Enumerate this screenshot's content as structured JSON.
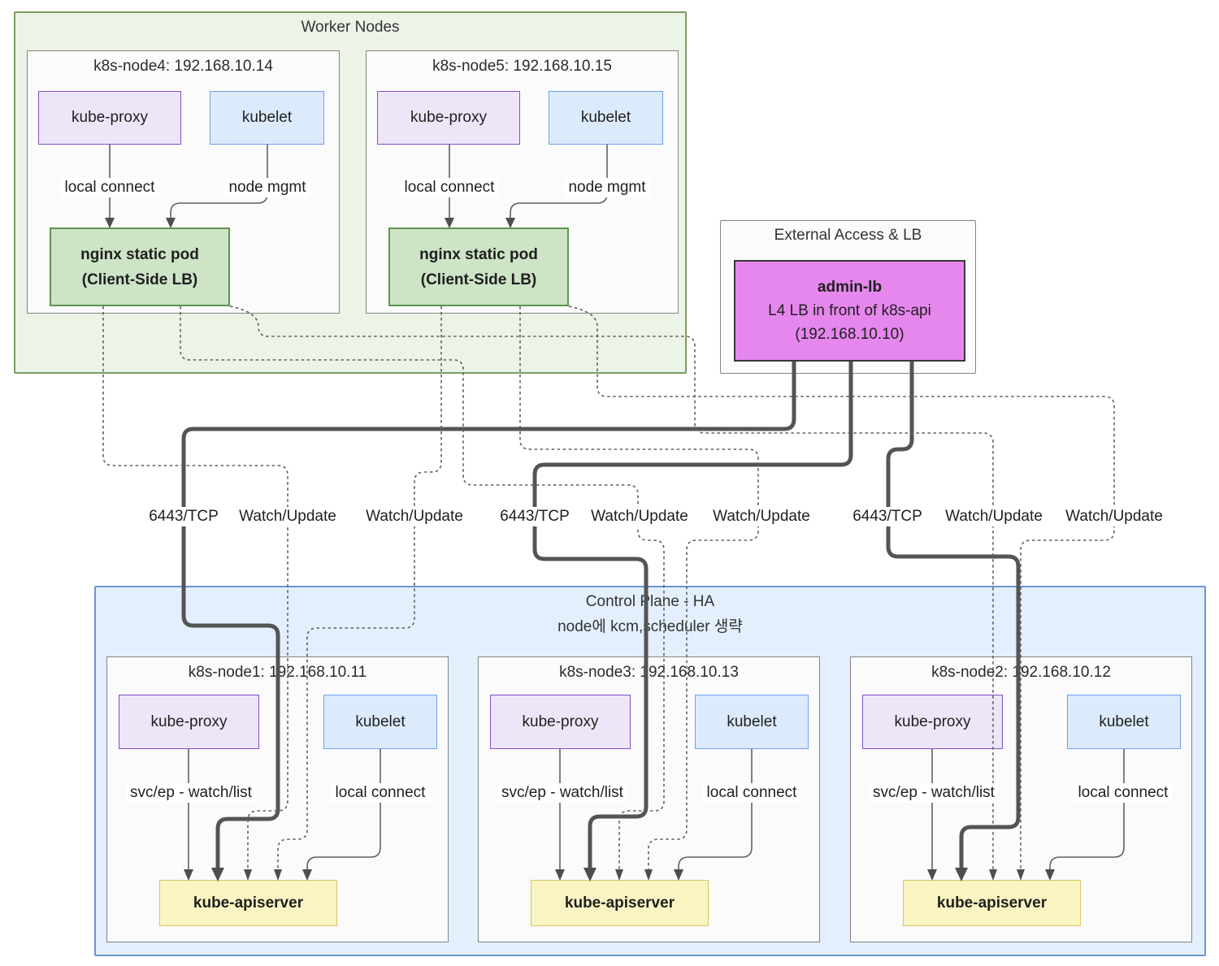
{
  "groups": {
    "worker": {
      "title": "Worker Nodes"
    },
    "external": {
      "title": "External Access & LB"
    },
    "control": {
      "title": "Control Plane - HA",
      "subtitle": "node에 kcm,scheduler 생략"
    }
  },
  "admin_lb": {
    "name": "admin-lb",
    "desc": "L4 LB in front of k8s-api",
    "ip": "(192.168.10.10)"
  },
  "worker_nodes": [
    {
      "title": "k8s-node4: 192.168.10.14",
      "kube_proxy": "kube-proxy",
      "kubelet": "kubelet",
      "pod_title": "nginx static pod",
      "pod_subtitle": "(Client-Side LB)",
      "proxy_edge": "local connect",
      "kubelet_edge": "node mgmt"
    },
    {
      "title": "k8s-node5: 192.168.10.15",
      "kube_proxy": "kube-proxy",
      "kubelet": "kubelet",
      "pod_title": "nginx static pod",
      "pod_subtitle": "(Client-Side LB)",
      "proxy_edge": "local connect",
      "kubelet_edge": "node mgmt"
    }
  ],
  "control_nodes": [
    {
      "title": "k8s-node1: 192.168.10.11",
      "kube_proxy": "kube-proxy",
      "kubelet": "kubelet",
      "apiserver": "kube-apiserver",
      "proxy_edge": "svc/ep - watch/list",
      "kubelet_edge": "local connect"
    },
    {
      "title": "k8s-node3: 192.168.10.13",
      "kube_proxy": "kube-proxy",
      "kubelet": "kubelet",
      "apiserver": "kube-apiserver",
      "proxy_edge": "svc/ep - watch/list",
      "kubelet_edge": "local connect"
    },
    {
      "title": "k8s-node2: 192.168.10.12",
      "kube_proxy": "kube-proxy",
      "kubelet": "kubelet",
      "apiserver": "kube-apiserver",
      "proxy_edge": "svc/ep - watch/list",
      "kubelet_edge": "local connect"
    }
  ],
  "flow_labels": [
    "6443/TCP",
    "Watch/Update",
    "Watch/Update",
    "6443/TCP",
    "Watch/Update",
    "Watch/Update",
    "6443/TCP",
    "Watch/Update",
    "Watch/Update"
  ],
  "colors": {
    "worker_bg": "#ecf3e7",
    "worker_border": "#7f9d66",
    "control_bg": "#e3effc",
    "control_border": "#6b96d2",
    "node_bg": "#fbfbfb",
    "node_border": "#848484",
    "proxy_bg": "#eee6f8",
    "proxy_border": "#8250c8",
    "kubelet_bg": "#dcebfc",
    "kubelet_border": "#6f9ff0",
    "nginx_bg": "#cde4c6",
    "nginx_border": "#5e9552",
    "adminlb_bg": "#e687ee",
    "adminlb_border": "#383838",
    "apiserver_bg": "#faf4c2",
    "apiserver_border": "#d8c75f",
    "edge": "#616161",
    "edge_thick": "#545454"
  }
}
